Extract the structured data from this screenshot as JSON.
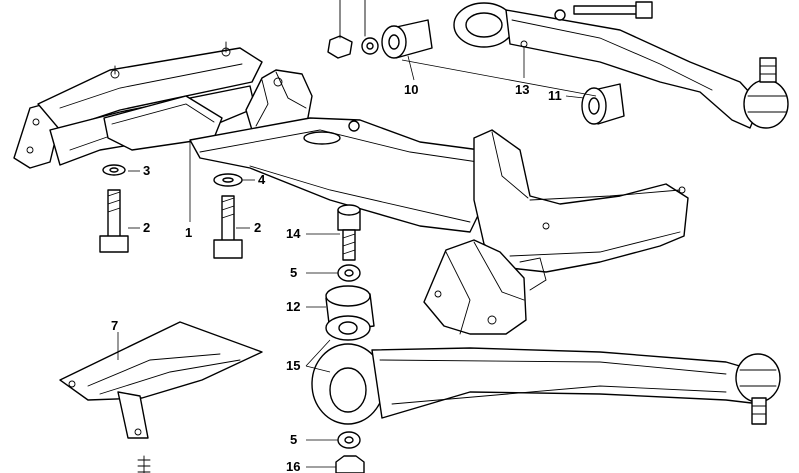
{
  "diagram": {
    "callouts": [
      {
        "id": "c1",
        "text": "1"
      },
      {
        "id": "c2a",
        "text": "2"
      },
      {
        "id": "c2b",
        "text": "2"
      },
      {
        "id": "c3",
        "text": "3"
      },
      {
        "id": "c4",
        "text": "4"
      },
      {
        "id": "c5a",
        "text": "5"
      },
      {
        "id": "c5b",
        "text": "5"
      },
      {
        "id": "c7",
        "text": "7"
      },
      {
        "id": "c10",
        "text": "10"
      },
      {
        "id": "c11",
        "text": "11"
      },
      {
        "id": "c12",
        "text": "12"
      },
      {
        "id": "c13",
        "text": "13"
      },
      {
        "id": "c14",
        "text": "14"
      },
      {
        "id": "c15",
        "text": "15"
      },
      {
        "id": "c16",
        "text": "16"
      }
    ],
    "parts": [
      {
        "id": "subframe",
        "icon": "front-axle-carrier-icon"
      },
      {
        "id": "control-arm-upper",
        "icon": "control-arm-icon"
      },
      {
        "id": "control-arm-lower",
        "icon": "control-arm-icon"
      },
      {
        "id": "bracket",
        "icon": "reinforcement-plate-icon"
      },
      {
        "id": "bushing-10",
        "icon": "rubber-mount-icon"
      },
      {
        "id": "bushing-11",
        "icon": "rubber-mount-icon"
      },
      {
        "id": "bushing-12",
        "icon": "rubber-mount-icon"
      },
      {
        "id": "bolt-2a",
        "icon": "hex-bolt-icon"
      },
      {
        "id": "bolt-2b",
        "icon": "hex-bolt-icon"
      },
      {
        "id": "bolt-14",
        "icon": "socket-bolt-icon"
      },
      {
        "id": "washer-3",
        "icon": "washer-icon"
      },
      {
        "id": "washer-4",
        "icon": "washer-icon"
      },
      {
        "id": "washer-5a",
        "icon": "washer-icon"
      },
      {
        "id": "washer-5b",
        "icon": "washer-icon"
      },
      {
        "id": "nut-16",
        "icon": "hex-nut-icon"
      }
    ]
  }
}
